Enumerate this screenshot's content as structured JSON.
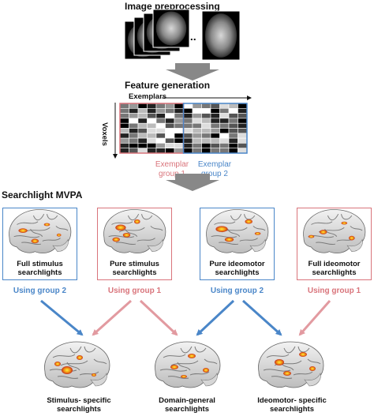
{
  "stages": {
    "preprocessing": "Image preprocessing",
    "features": "Feature generation",
    "mvpa": "Searchlight MVPA"
  },
  "ellipsis": "...",
  "matrix": {
    "exemplars_label": "Exemplars",
    "voxels_label": "Voxels",
    "group1": "Exemplar\ngroup 1",
    "group2": "Exemplar\ngroup 2"
  },
  "colors": {
    "group1": "#d9747b",
    "group2": "#4a86c8",
    "arrow_gray": "#888888"
  },
  "analyses": [
    {
      "label": "Full stimulus\nsearchlights",
      "using": "Using group 2",
      "group": 2
    },
    {
      "label": "Pure stimulus\nsearchlights",
      "using": "Using group 1",
      "group": 1
    },
    {
      "label": "Pure ideomotor\nsearchlights",
      "using": "Using group 2",
      "group": 2
    },
    {
      "label": "Full ideomotor\nsearchlights",
      "using": "Using group 1",
      "group": 1
    }
  ],
  "outcomes": [
    {
      "label": "Stimulus- specific\nsearchlights"
    },
    {
      "label": "Domain-general\nsearchlights"
    },
    {
      "label": "Ideomotor- specific\nsearchlights"
    }
  ]
}
